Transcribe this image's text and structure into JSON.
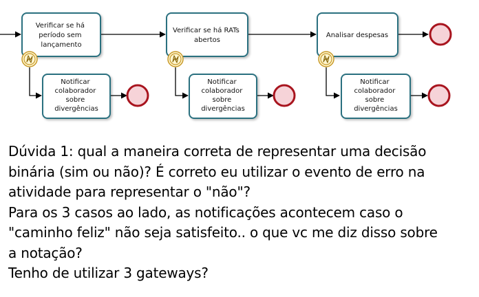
{
  "diagram": {
    "tasks": {
      "check_period": [
        "Verificar se há",
        "período sem",
        "lançamento"
      ],
      "check_rats": [
        "Verificar se há RATs",
        "abertos"
      ],
      "analyze_expenses": [
        "Analisar despesas"
      ],
      "notify_1": [
        "Notificar",
        "colaborador",
        "sobre",
        "divergências"
      ],
      "notify_2": [
        "Notificar",
        "colaborador",
        "sobre",
        "divergências"
      ],
      "notify_3": [
        "Notificar",
        "colaborador",
        "sobre",
        "divergências"
      ]
    },
    "colors": {
      "task_border": "#2a6f7f",
      "end_event_border": "#a8141e",
      "end_event_fill": "#f6d3d8",
      "error_event_border": "#c89a2a",
      "error_event_fill": "#fff6d0",
      "flow": "#000000"
    },
    "icons": [
      "error-boundary-event-icon",
      "end-event-icon",
      "arrow-icon"
    ]
  },
  "question": {
    "lines": [
      "Dúvida 1: qual a maneira correta de representar uma decisão",
      "binária (sim ou não)? É correto eu utilizar o evento de erro na",
      "atividade para representar o \"não\"?",
      "Para os 3 casos ao lado, as notificações acontecem caso o",
      "\"caminho feliz\" não seja satisfeito.. o que vc me diz disso sobre",
      "a notação?",
      "Tenho de utilizar 3 gateways?"
    ]
  }
}
